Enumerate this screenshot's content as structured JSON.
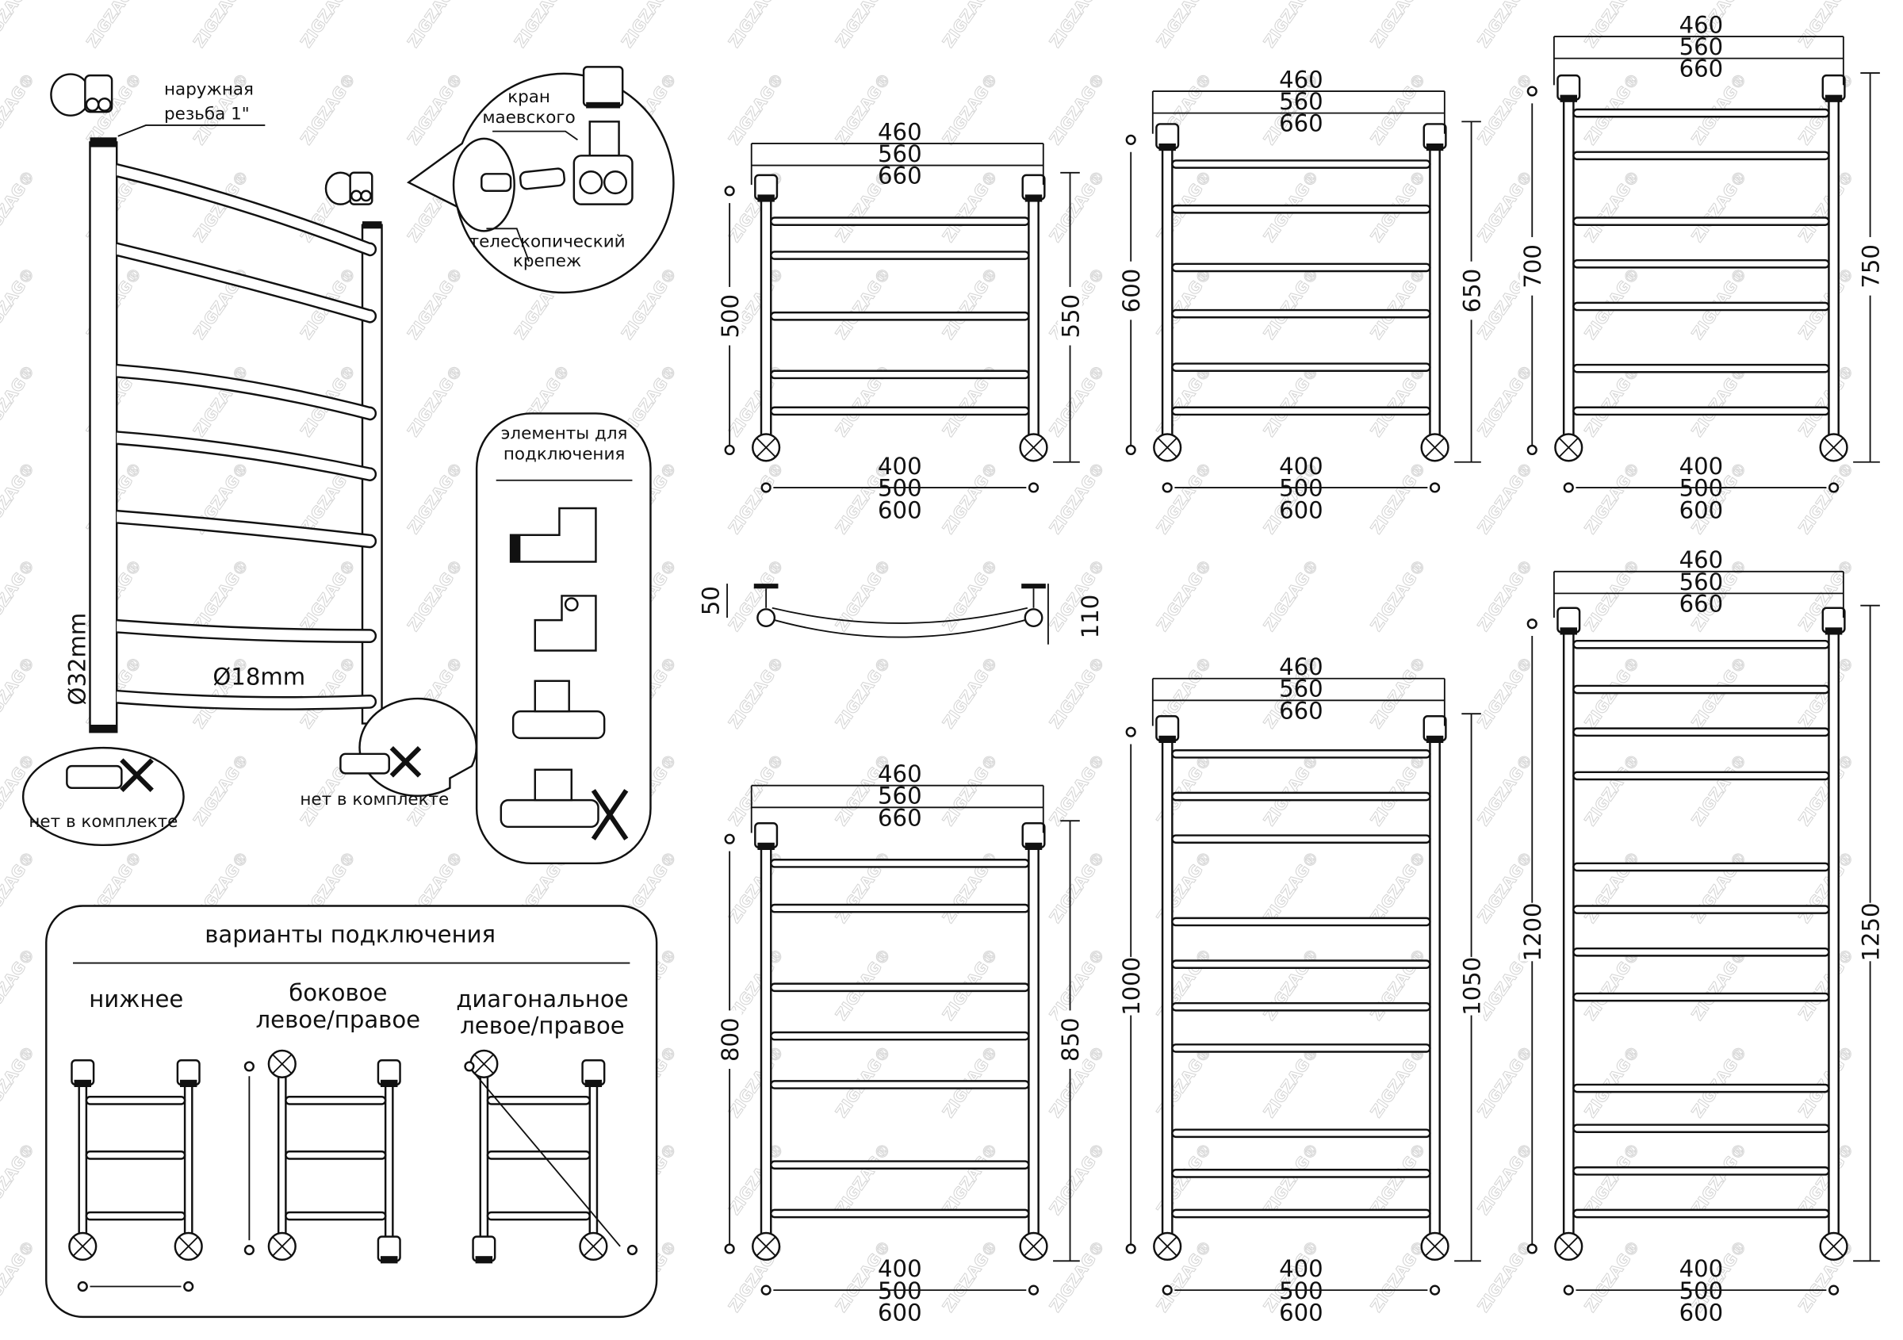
{
  "watermark": "ZIGZAG®",
  "main_view": {
    "thread_label": [
      "наружная",
      "резьба 1\""
    ],
    "mayevsky_label": [
      "кран",
      "маевского"
    ],
    "telescopic_label": [
      "телескопический",
      "крепеж"
    ],
    "post_diameter": "Ø32mm",
    "bar_diameter": "Ø18mm",
    "not_included_left": "нет в комплекте",
    "not_included_right": "нет в комплекте"
  },
  "connection_elements": {
    "title": [
      "элементы для",
      "подключения"
    ]
  },
  "connection_variants": {
    "title": "варианты подключения",
    "bottom": "нижнее",
    "side": [
      "боковое",
      "левое/правое"
    ],
    "diagonal": [
      "диагональное",
      "левое/правое"
    ]
  },
  "widths_top": [
    "460",
    "560",
    "660"
  ],
  "widths_bottom": [
    "400",
    "500",
    "600"
  ],
  "side_view": {
    "depth_wall": "50",
    "depth_total": "110"
  },
  "models": [
    {
      "axis_height": "500",
      "total_height": "550"
    },
    {
      "axis_height": "600",
      "total_height": "650"
    },
    {
      "axis_height": "700",
      "total_height": "750"
    },
    {
      "axis_height": "800",
      "total_height": "850"
    },
    {
      "axis_height": "1000",
      "total_height": "1050"
    },
    {
      "axis_height": "1200",
      "total_height": "1250"
    }
  ]
}
